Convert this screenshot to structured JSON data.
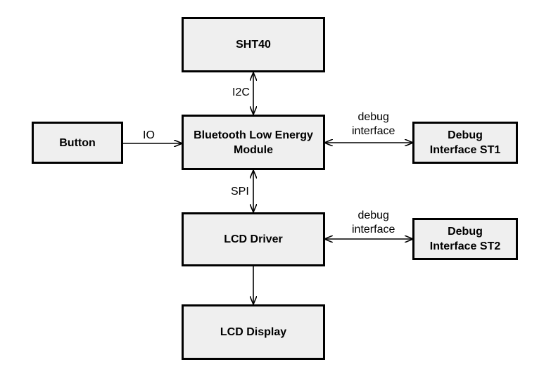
{
  "colors": {
    "block_fill": "#efefef",
    "block_border": "#000000",
    "line": "#000000",
    "text": "#000000"
  },
  "blocks": {
    "sht40": {
      "label": "SHT40"
    },
    "ble_module": {
      "line1": "Bluetooth Low Energy",
      "line2": "Module"
    },
    "button": {
      "label": "Button"
    },
    "debug_st1": {
      "line1": "Debug",
      "line2": "Interface ST1"
    },
    "lcd_driver": {
      "label": "LCD Driver"
    },
    "debug_st2": {
      "line1": "Debug",
      "line2": "Interface ST2"
    },
    "lcd_display": {
      "label": "LCD Display"
    }
  },
  "connections": {
    "i2c": {
      "label": "I2C",
      "direction": "bidirectional"
    },
    "io": {
      "label": "IO",
      "direction": "button-to-module"
    },
    "spi": {
      "label": "SPI",
      "direction": "bidirectional"
    },
    "debug_1": {
      "line1": "debug",
      "line2": "interface",
      "direction": "bidirectional"
    },
    "debug_2": {
      "line1": "debug",
      "line2": "interface",
      "direction": "bidirectional"
    },
    "display": {
      "direction": "driver-to-display"
    }
  }
}
